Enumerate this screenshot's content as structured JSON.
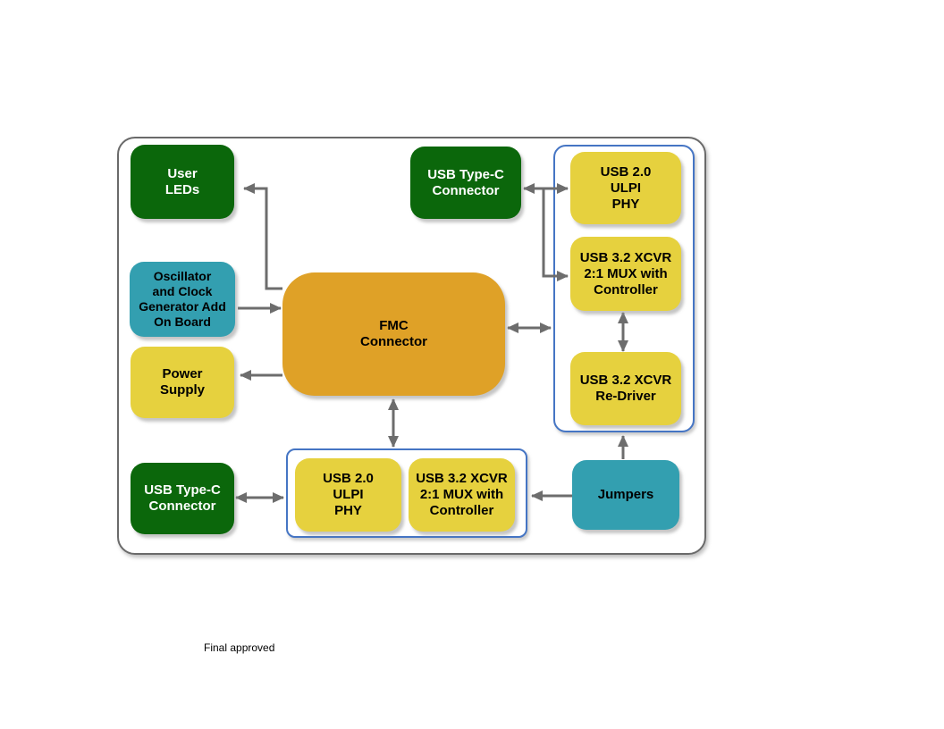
{
  "colors": {
    "page_bg": "#ffffff",
    "green": "#0b670b",
    "teal": "#339fb0",
    "yellow": "#e6d13e",
    "orange": "#dfa127",
    "group_border": "#4575c4",
    "arrow": "#6d6d6d",
    "panel_border": "#6a6a6a",
    "text_dark": "#000000",
    "text_light": "#ffffff"
  },
  "caption": {
    "text": "Final approved"
  },
  "nodes": {
    "user_leds": {
      "lines": [
        "User",
        "LEDs"
      ]
    },
    "usb_type_c_top": {
      "lines": [
        "USB Type-C",
        "Connector"
      ]
    },
    "oscillator": {
      "lines": [
        "Oscillator",
        "and Clock",
        "Generator Add",
        "On Board"
      ]
    },
    "power_supply": {
      "lines": [
        "Power",
        "Supply"
      ]
    },
    "fmc_connector": {
      "lines": [
        "FMC",
        "Connector"
      ]
    },
    "usb2_ulpi_phy_right": {
      "lines": [
        "USB 2.0",
        "ULPI",
        "PHY"
      ]
    },
    "usb32_mux_right": {
      "lines": [
        "USB 3.2 XCVR",
        "2:1 MUX with",
        "Controller"
      ]
    },
    "usb32_redriver": {
      "lines": [
        "USB 3.2 XCVR",
        "Re-Driver"
      ]
    },
    "usb_type_c_bottom": {
      "lines": [
        "USB Type-C",
        "Connector"
      ]
    },
    "usb2_ulpi_phy_bottom": {
      "lines": [
        "USB 2.0",
        "ULPI",
        "PHY"
      ]
    },
    "usb32_mux_bottom": {
      "lines": [
        "USB 3.2 XCVR",
        "2:1 MUX with",
        "Controller"
      ]
    },
    "jumpers": {
      "lines": [
        "Jumpers"
      ]
    }
  },
  "connections": [
    {
      "from": "fmc-connector",
      "to": "user-leds",
      "heads": "single"
    },
    {
      "from": "oscillator",
      "to": "fmc-connector",
      "heads": "single"
    },
    {
      "from": "fmc-connector",
      "to": "power-supply",
      "heads": "single"
    },
    {
      "from": "usb-type-c-top",
      "to": "usb2-ulpi-phy-right",
      "heads": "double"
    },
    {
      "from": "usb-type-c-top",
      "to": "usb32-mux-right",
      "heads": "single"
    },
    {
      "from": "fmc-connector",
      "to": "right-group",
      "heads": "double"
    },
    {
      "from": "usb32-mux-right",
      "to": "usb32-redriver",
      "heads": "double"
    },
    {
      "from": "fmc-connector",
      "to": "bottom-group",
      "heads": "double"
    },
    {
      "from": "jumpers",
      "to": "usb32-redriver",
      "heads": "single"
    },
    {
      "from": "jumpers",
      "to": "bottom-group",
      "heads": "single"
    },
    {
      "from": "usb-type-c-bottom",
      "to": "bottom-group",
      "heads": "double"
    }
  ]
}
